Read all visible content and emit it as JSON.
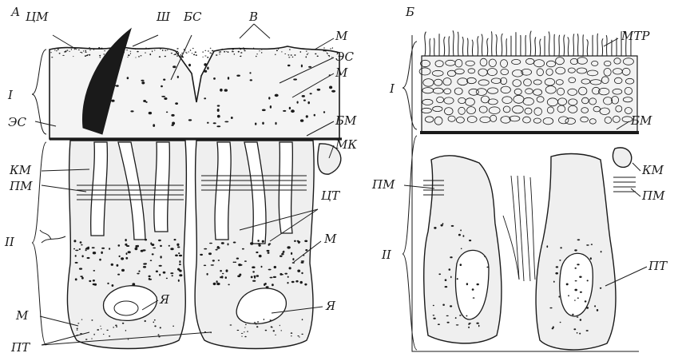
{
  "panel_a": {
    "panel_label": "А",
    "labels": {
      "cm": "ЦМ",
      "sh": "Ш",
      "bs": "БС",
      "v": "В",
      "m_top": "М",
      "es_right": "ЭС",
      "m_right2": "М",
      "layer_i": "I",
      "es_left": "ЭС",
      "bm": "БМ",
      "mk": "МК",
      "km": "КМ",
      "pm": "ПМ",
      "ct": "ЦТ",
      "m_mid": "М",
      "layer_ii": "II",
      "m_bottom": "М",
      "ya_left": "Я",
      "ya_right": "Я",
      "pt": "ПТ"
    }
  },
  "panel_b": {
    "panel_label": "Б",
    "labels": {
      "mtr": "МТР",
      "layer_i": "I",
      "bm": "БМ",
      "km": "КМ",
      "pm_left": "ПМ",
      "pm_right": "ПМ",
      "layer_ii": "II",
      "pt": "ПТ"
    }
  },
  "colors": {
    "ink": "#1a1a1a",
    "paper": "#ffffff",
    "tissue": "#efefef"
  }
}
